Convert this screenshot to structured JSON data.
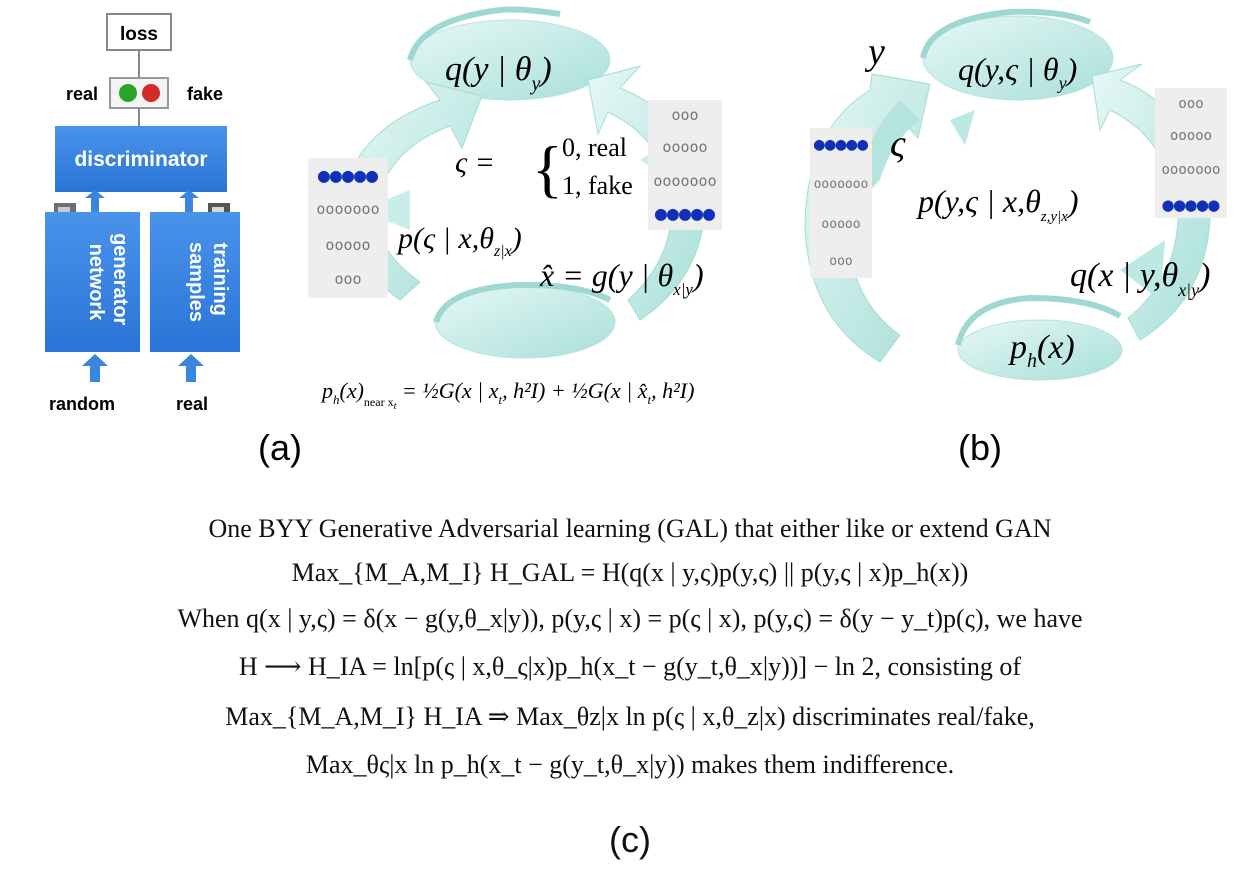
{
  "panel_a": {
    "loss": "loss",
    "real": "real",
    "fake": "fake",
    "discriminator": "discriminator",
    "generator_line1": "generator",
    "generator_line2": "network",
    "training_line1": "training",
    "training_line2": "samples",
    "random": "random",
    "real_input": "real",
    "q_top": "q(y | θ",
    "q_top_sub": "y",
    "q_top_close": ")",
    "zeta_def_left": "ς =",
    "zeta_case0": "0, real",
    "zeta_case1": "1, fake",
    "p_zeta": "p(ς | x,θ",
    "p_zeta_sub": "z|x",
    "p_zeta_close": ")",
    "xhat": "x̂ = g(y | θ",
    "xhat_sub": "x|y",
    "xhat_close": ")",
    "ph_formula": "p",
    "ph_formula_sub": "h",
    "ph_formula_rest": "(x)",
    "ph_formula_near": "near x",
    "ph_formula_near_sub": "t",
    "ph_formula_rhs": " = ½G(x | x",
    "ph_formula_rhs_sub": "t",
    "ph_formula_rhs2": ", h²I) + ½G(x | x̂",
    "ph_formula_rhs2_sub": "t",
    "ph_formula_rhs3": ", h²I)",
    "label": "(a)"
  },
  "panel_b": {
    "y": "y",
    "zeta": "ς",
    "q_top": "q(y,ς | θ",
    "q_top_sub": "y",
    "q_top_close": ")",
    "p_joint": "p(y,ς | x,θ",
    "p_joint_sub": "z,y|x",
    "p_joint_close": ")",
    "q_x": "q(x | y,θ",
    "q_x_sub": "x|y",
    "q_x_close": ")",
    "ph": "p",
    "ph_sub": "h",
    "ph_close": "(x)",
    "label": "(b)"
  },
  "panel_c": {
    "line1": "One BYY Generative Adversarial learning (GAL) that either like or extend GAN",
    "line2": "Max_{M_A,M_I} H_GAL = H(q(x | y,ς)p(y,ς) || p(y,ς | x)p_h(x))",
    "line3": "When q(x | y,ς) = δ(x − g(y,θ_x|y)), p(y,ς | x) = p(ς | x), p(y,ς) = δ(y − y_t)p(ς), we have",
    "line4": "H ⟶ H_IA = ln[p(ς | x,θ_ς|x)p_h(x_t − g(y_t,θ_x|y))] − ln 2, consisting of",
    "line5": "Max_{M_A,M_I} H_IA ⇒ Max_θz|x ln p(ς | x,θ_z|x) discriminates real/fake,",
    "line6": "Max_θς|x ln p_h(x_t − g(y_t,θ_x|y)) makes them indifference.",
    "label": "(c)"
  },
  "colors": {
    "box_blue": "#2f7fe0",
    "arrow_blue": "#3a86df",
    "swirl_fill": "#ccefec",
    "swirl_shade": "#9fd8d3",
    "real_dot": "#2aa52a",
    "fake_dot": "#d42a2a",
    "node_blue": "#1030b8"
  }
}
